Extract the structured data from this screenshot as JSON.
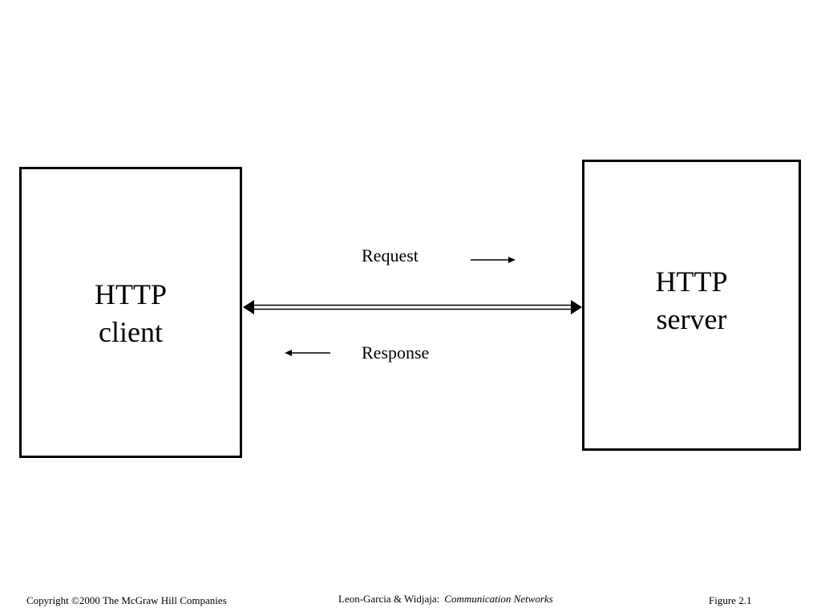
{
  "client": {
    "line1": "HTTP",
    "line2": "client"
  },
  "server": {
    "line1": "HTTP",
    "line2": "server"
  },
  "arrows": {
    "request": "Request",
    "response": "Response"
  },
  "footer": {
    "copyright": "Copyright ©2000 The McGraw Hill Companies",
    "authors": "Leon-Garcia & Widjaja:",
    "book": "Communication Networks",
    "figure": "Figure 2.1"
  },
  "colors": {
    "stroke": "#000000",
    "background": "#ffffff"
  }
}
